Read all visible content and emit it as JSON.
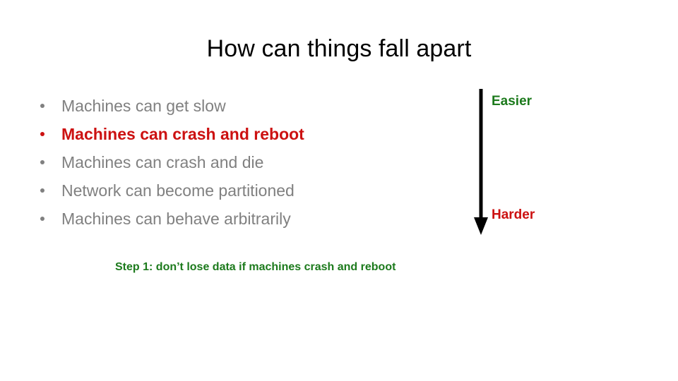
{
  "slide": {
    "title": "How can things fall apart",
    "background_color": "#ffffff",
    "bullets": [
      {
        "text": "Machines can get slow",
        "tone": "gray",
        "color": "#808080"
      },
      {
        "text": "Machines can crash and reboot",
        "tone": "red",
        "color": "#cc1111"
      },
      {
        "text": "Machines can crash and die",
        "tone": "gray",
        "color": "#808080"
      },
      {
        "text": "Network can become partitioned",
        "tone": "gray",
        "color": "#808080"
      },
      {
        "text": "Machines can behave arbitrarily",
        "tone": "gray",
        "color": "#808080"
      }
    ],
    "scale": {
      "top_label": "Easier",
      "top_label_color": "#1c7a1c",
      "bottom_label": "Harder",
      "bottom_label_color": "#cc1111",
      "arrow_direction": "down",
      "arrow_color": "#000000"
    },
    "footnote": {
      "text": "Step 1: don’t lose data if machines crash and reboot",
      "color": "#1c7a1c"
    }
  }
}
